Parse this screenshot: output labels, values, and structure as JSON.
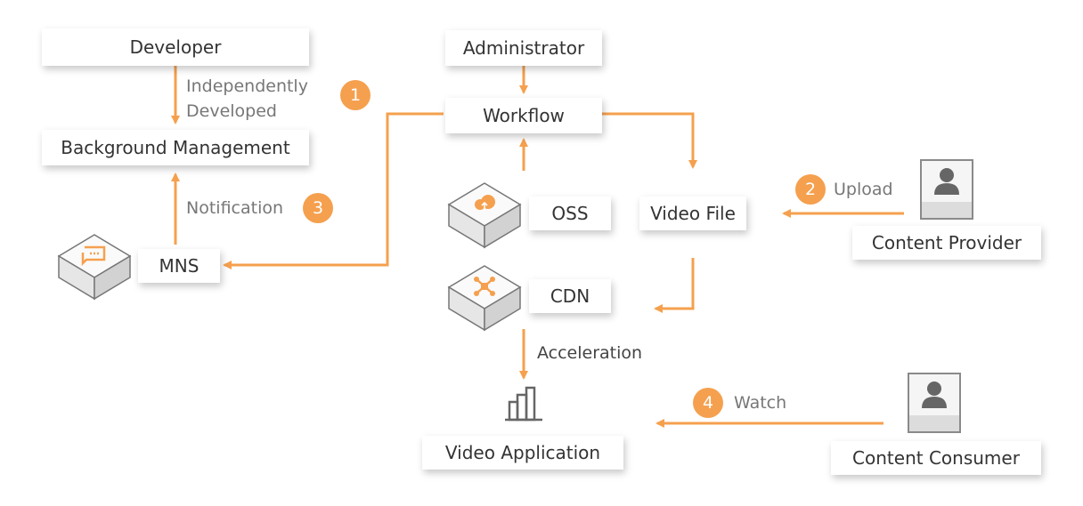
{
  "nodes": {
    "developer": "Developer",
    "background_management": "Background Management",
    "administrator": "Administrator",
    "workflow": "Workflow",
    "oss": "OSS",
    "video_file": "Video File",
    "cdn": "CDN",
    "mns": "MNS",
    "content_provider": "Content Provider",
    "video_application": "Video Application",
    "content_consumer": "Content Consumer"
  },
  "edge_labels": {
    "independently_developed_1": "Independently",
    "independently_developed_2": "Developed",
    "notification": "Notification",
    "upload": "Upload",
    "acceleration": "Acceleration",
    "watch": "Watch"
  },
  "steps": [
    "1",
    "2",
    "3",
    "4"
  ],
  "icons": {
    "oss": "cloud-upload-icon",
    "cdn": "network-node-icon",
    "mns": "message-icon",
    "video_application": "bar-chart-icon",
    "person": "user-icon"
  },
  "colors": {
    "accent": "#f5a04e",
    "text": "#333333",
    "label": "#777777"
  }
}
